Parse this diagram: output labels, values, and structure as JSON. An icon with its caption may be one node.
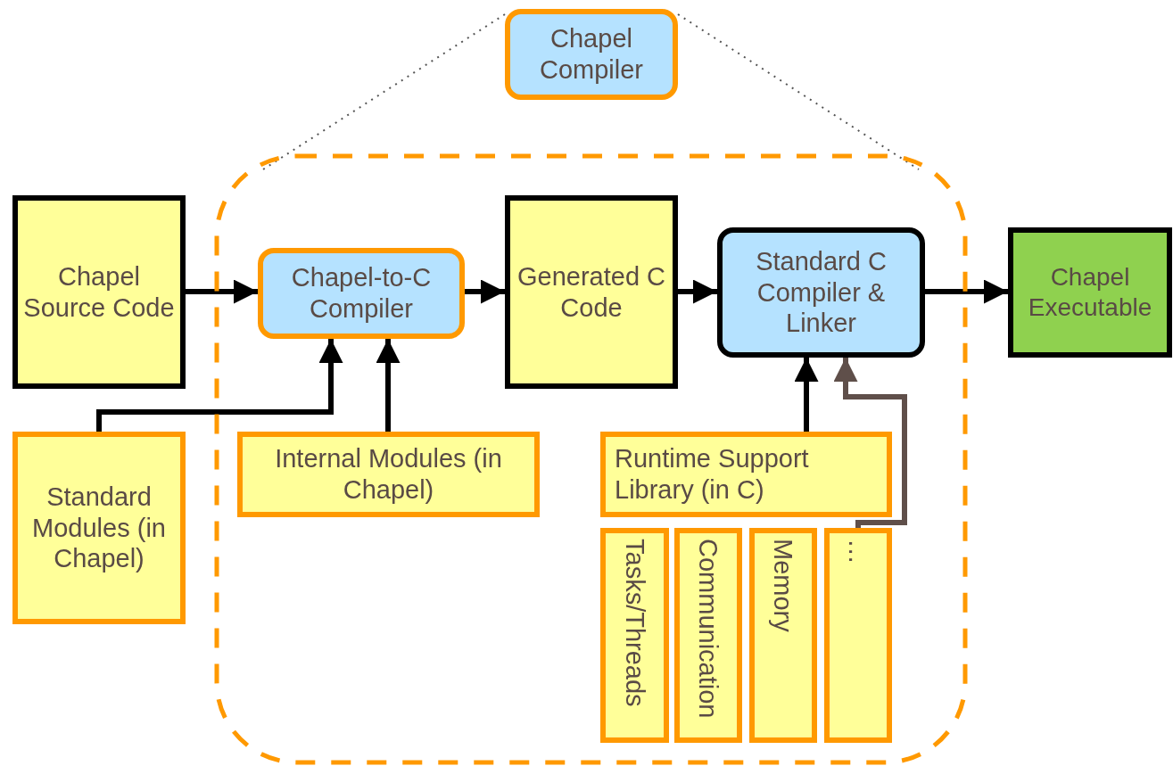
{
  "diagram": {
    "nodes": [
      {
        "text": [
          "Chapel Compiler"
        ]
      },
      {
        "text": [],
        "shape": "box"
      },
      {
        "text": [
          "Chapel Source Code"
        ]
      },
      {
        "text": [
          "Chapel-to-C Compiler"
        ],
        "in": 1
      },
      {
        "text": [
          "Generated C Code"
        ],
        "in": 1
      },
      {
        "text": [
          "Standard C Compiler & Linker"
        ],
        "in": 1
      },
      {
        "text": [
          "Chapel Executable"
        ]
      },
      {
        "text": [
          "Standard Modules (in Chapel)"
        ]
      },
      {
        "text": [
          "Internal Modules (in Chapel)"
        ],
        "in": 1
      },
      {
        "text": [
          "Runtime Support Library (in C)"
        ],
        "in": 1
      },
      {
        "text": [
          "Tasks/Threads"
        ],
        "in": 1
      },
      {
        "text": [
          "Communication"
        ],
        "in": 1
      },
      {
        "text": [
          "Memory"
        ],
        "in": 1
      },
      {
        "text": [
          "…"
        ],
        "in": 1
      }
    ],
    "edges": [
      {
        "from": 0,
        "to": 1,
        "arrow": "none",
        "style": "dashed"
      },
      {
        "from": 0,
        "to": 1,
        "arrow": "none",
        "style": "dashed"
      },
      {
        "from": 2,
        "to": 3,
        "arrow": "to"
      },
      {
        "from": 3,
        "to": 4,
        "arrow": "to"
      },
      {
        "from": 4,
        "to": 5,
        "arrow": "to"
      },
      {
        "from": 5,
        "to": 6,
        "arrow": "to"
      },
      {
        "from": 7,
        "to": 3,
        "arrow": "to"
      },
      {
        "from": 8,
        "to": 3,
        "arrow": "to"
      },
      {
        "from": 9,
        "to": 5,
        "arrow": "to"
      },
      {
        "from": 13,
        "to": 5,
        "arrow": "to",
        "color": "#5f4f4a"
      }
    ]
  }
}
